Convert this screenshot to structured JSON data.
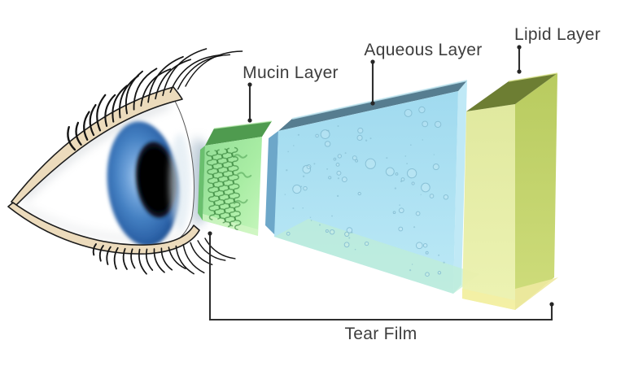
{
  "labels": {
    "mucin_layer": "Mucin Layer",
    "aqueous_layer": "Aqueous Layer",
    "lipid_layer": "Lipid Layer",
    "tear_film": "Tear Film"
  },
  "colors": {
    "mucin_green": "#a5e8a0",
    "mucin_top_green": "#4f9b4f",
    "aqueous_blue": "#ade2f3",
    "aqueous_top_slate": "#567d90",
    "lipid_yellow": "#e4eda1",
    "lipid_side": "#c6d56e",
    "lipid_top_olive": "#6d7e33",
    "iris_blue": "#4a82c6",
    "eyelid_tan": "#ead8b8",
    "annotation_ink": "#3d3d3d"
  }
}
